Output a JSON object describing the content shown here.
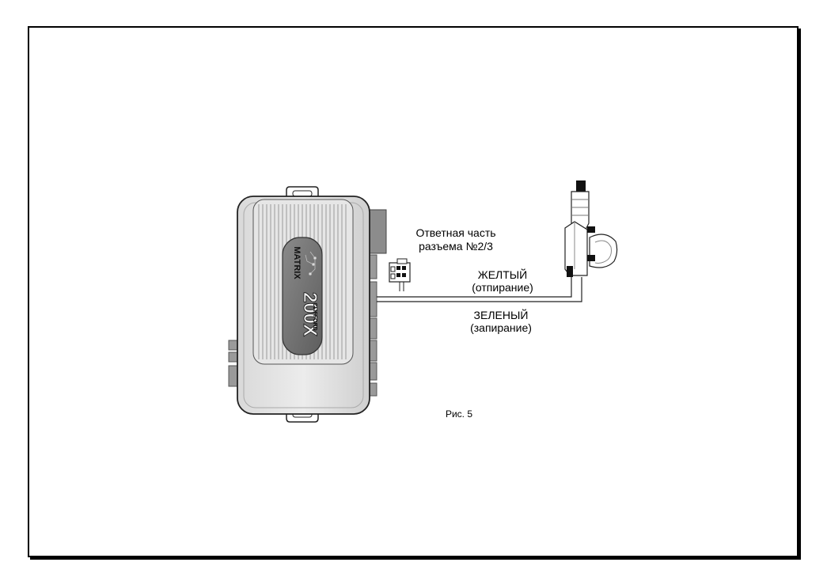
{
  "labels": {
    "connector_line1": "Ответная часть",
    "connector_line2": "разъема №2/3",
    "wire_yellow": "ЖЕЛТЫЙ",
    "wire_yellow_function": "(отпирание)",
    "wire_green": "ЗЕЛЕНЫЙ",
    "wire_green_function": "(запирание)",
    "figure_caption": "Рис. 5"
  },
  "device_logo": {
    "brand": "CLIFFORD",
    "model_line1": "MATRIX",
    "model_line2": "200X"
  }
}
